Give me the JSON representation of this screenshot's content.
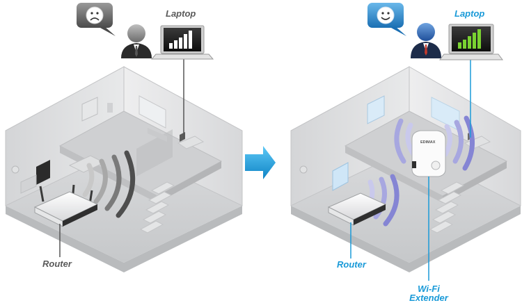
{
  "labels": {
    "before_laptop": "Laptop",
    "before_router": "Router",
    "after_laptop": "Laptop",
    "after_router": "Router",
    "extender_line1": "Wi-Fi",
    "extender_line2": "Extender",
    "extender_brand": "EDIMAX"
  },
  "colors": {
    "before_label": "#5a5a5a",
    "after_label": "#1a9ad8",
    "before_signal": "#555555",
    "after_signal": "#6f6fc8",
    "laptop_bars_weak": "#ffffff",
    "laptop_bars_strong": "#7ad331",
    "arrow": "#1aa0dc"
  },
  "icons": {
    "before_emotion": "sad-face-icon",
    "after_emotion": "happy-face-icon",
    "transition": "arrow-right-icon"
  }
}
